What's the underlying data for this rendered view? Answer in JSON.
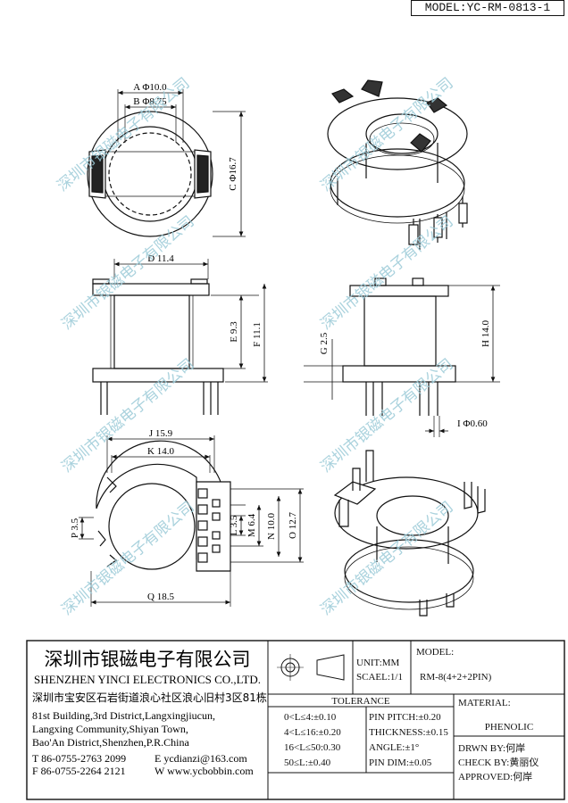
{
  "header": {
    "model": "MODEL:YC-RM-0813-1"
  },
  "dimensions": {
    "A": "A Φ10.0",
    "B": "B Φ8.75",
    "C": "C Φ16.7",
    "D": "D 11.4",
    "E": "E 9.3",
    "F": "F 11.1",
    "G": "G 2.5",
    "H": "H 14.0",
    "I": "I Φ0.60",
    "J": "J 15.9",
    "K": "K 14.0",
    "P": "P 3.5",
    "L": "L 3.5",
    "M": "M 6.4",
    "N": "N 10.0",
    "O": "O 12.7",
    "Q": "Q 18.5"
  },
  "watermark": "深圳市银磁电子有限公司",
  "title_block": {
    "company_cn": "深圳市银磁电子有限公司",
    "company_en": "SHENZHEN YINCI ELECTRONICS CO.,LTD.",
    "address_cn": "深圳市宝安区石岩街道浪心社区浪心旧村3区81栋",
    "address_en": [
      "81st Building,3rd District,Langxingjiucun,",
      "Langxing Community,Shiyan Town,",
      "Bao'An District,Shenzhen,P.R.China"
    ],
    "tel": "T 86-0755-2763 2099",
    "fax": "F 86-0755-2264 2121",
    "email": "E ycdianzi@163.com",
    "web": "W www.ycbobbin.com",
    "unit": "UNIT:MM",
    "scale": "SCAEL:1/1",
    "model_label": "MODEL:",
    "model_value": "RM-8(4+2+2PIN)",
    "tolerance_label": "TOLERANCE",
    "tolerances": [
      "0<L≤4:±0.10",
      "4<L≤16:±0.20",
      "16<L≤50:0.30",
      "50≤L:±0.40"
    ],
    "pin_specs": [
      "PIN PITCH:±0.20",
      "THICKNESS:±0.15",
      "ANGLE:±1°",
      "PIN DIM:±0.05"
    ],
    "material_label": "MATERIAL:",
    "material_value": "PHENOLIC",
    "drawn_by": "DRWN BY:何岸",
    "check_by": "CHECK BY:黄丽仪",
    "approved": "APPROVED:何岸"
  }
}
